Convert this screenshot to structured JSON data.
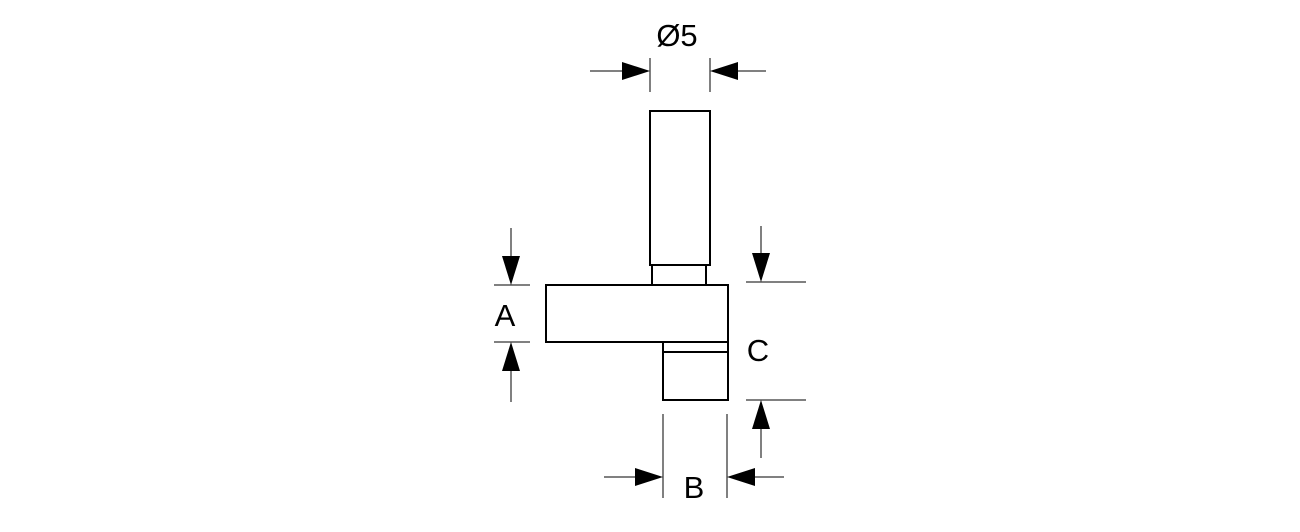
{
  "labels": {
    "diameter": "Ø5",
    "a": "A",
    "b": "B",
    "c": "C"
  },
  "colors": {
    "stroke": "#000000",
    "background": "#ffffff"
  }
}
